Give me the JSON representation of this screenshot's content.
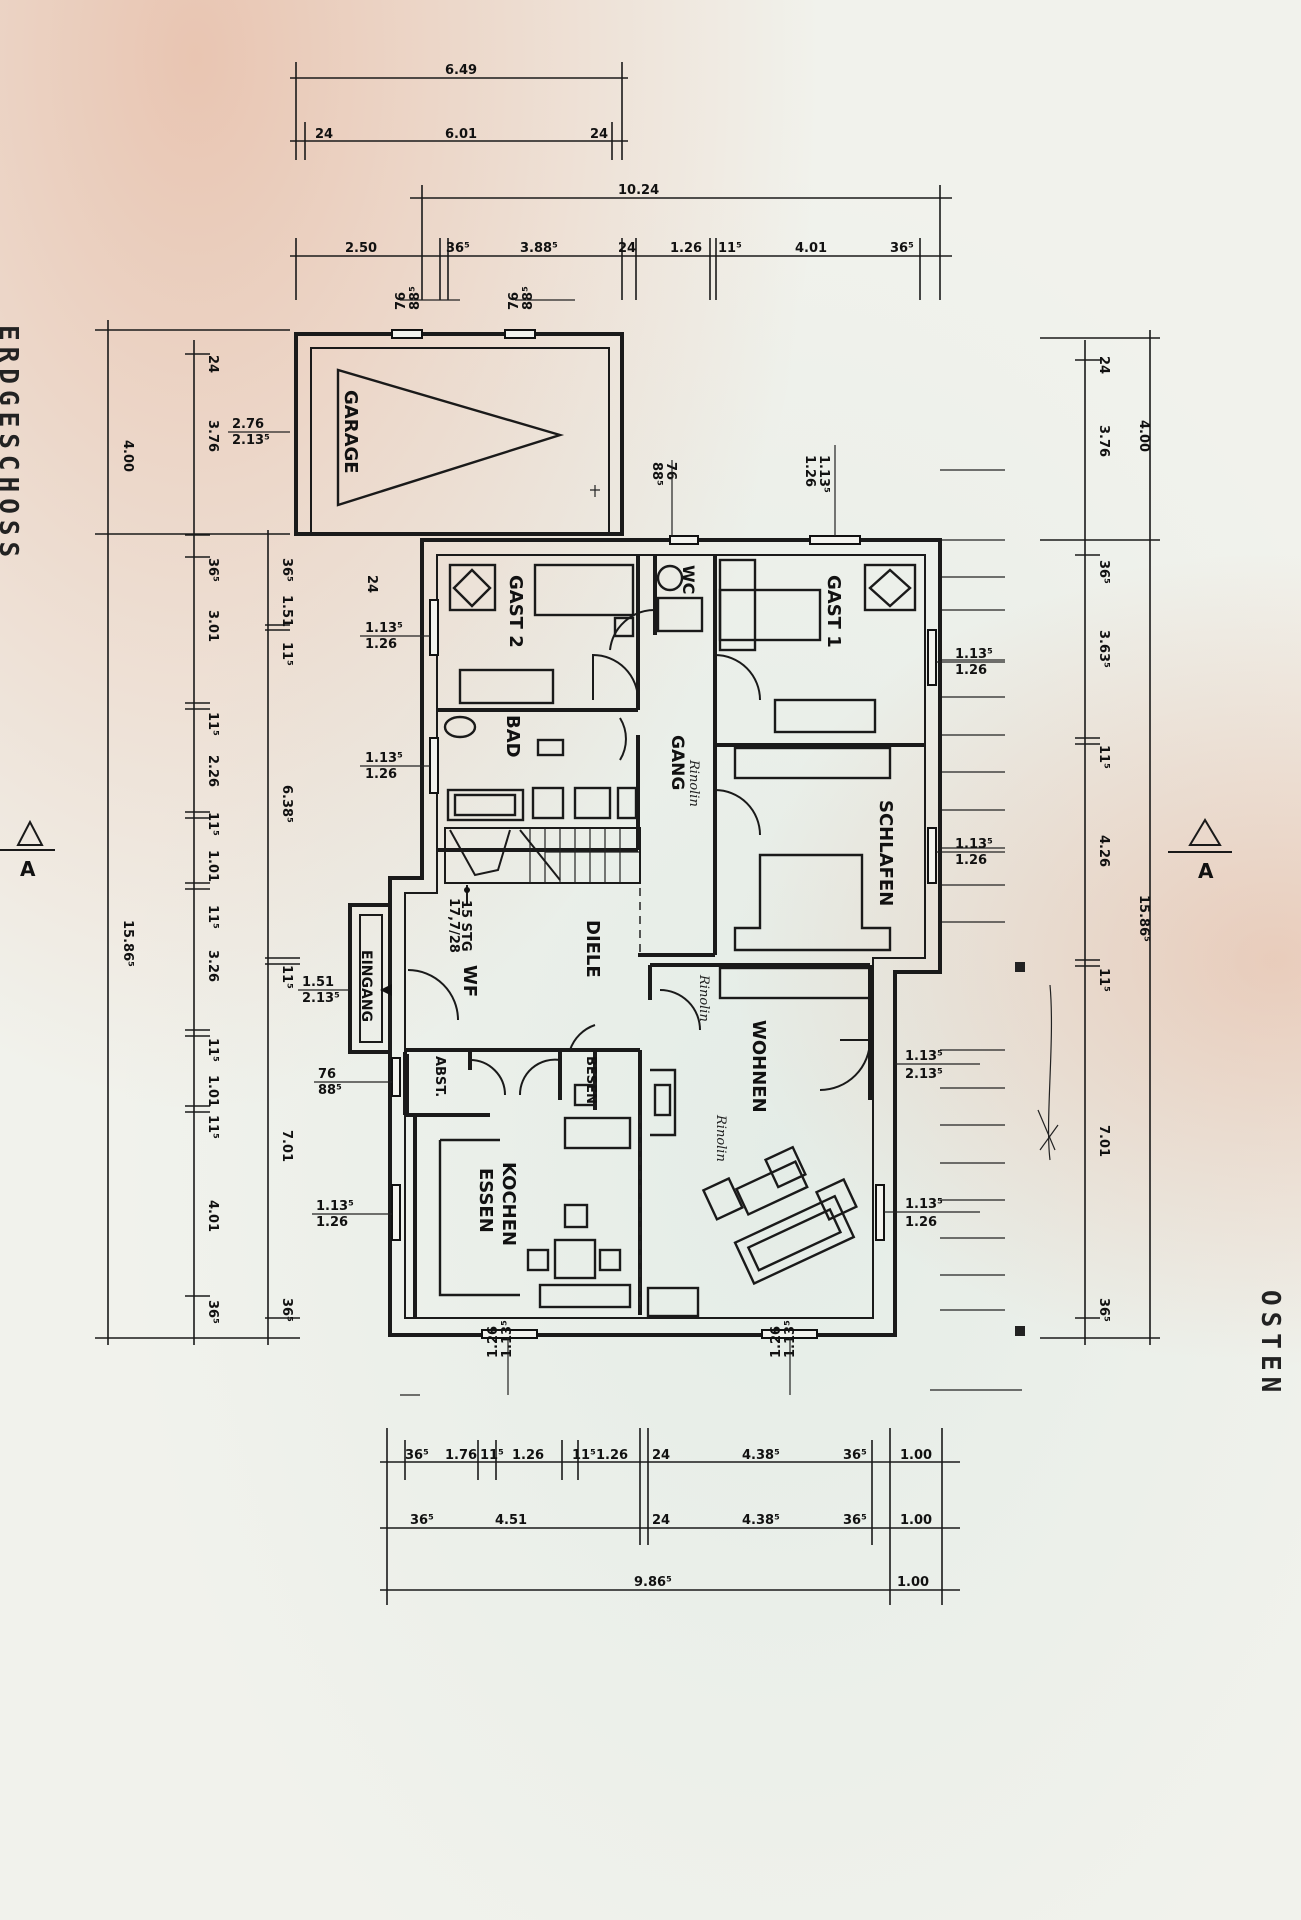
{
  "sheet": {
    "floor_title": "ERDGESCHOSS",
    "floor_mark": "A",
    "orientation": "OSTEN"
  },
  "rooms": {
    "garage": "GARAGE",
    "gast2": "GAST 2",
    "wc": "WC",
    "gast1": "GAST 1",
    "bad": "BAD",
    "gang": "GANG",
    "schlafen": "SCHLAFEN",
    "diele": "DIELE",
    "wf": "WF",
    "eingang": "EINGANG",
    "abst": "ABST.",
    "besen": "BESEN",
    "wohnen": "WOHNEN",
    "kochen": "KOCHEN",
    "essen": "ESSEN"
  },
  "stairs": {
    "steps": "15 STG",
    "rise_run": "17,7/28"
  },
  "handwritten": [
    "Rinolin",
    "Rinolin",
    "Rinolin"
  ],
  "dims": {
    "top1": {
      "overall": "6.49",
      "left": "24",
      "mid": "6.01",
      "right": "24"
    },
    "top2": {
      "overall": "10.24"
    },
    "top3": {
      "a": "2.50",
      "b": "36⁵",
      "c": "3.88⁵",
      "d": "24",
      "e": "1.26",
      "f": "11⁵",
      "g": "4.01",
      "h": "36⁵"
    },
    "garage_windows": {
      "a1": "76",
      "a2": "88⁵",
      "b1": "76",
      "b2": "88⁵"
    },
    "garage_door": {
      "w": "2.76",
      "h": "2.13⁵"
    },
    "gast1_window": {
      "w": "1.13⁵",
      "h": "1.26"
    },
    "gast2_window": {
      "w": "1.13⁵",
      "h": "1.26"
    },
    "bad_window": {
      "w": "1.13⁵",
      "h": "1.26"
    },
    "schlafen_window": {
      "w": "1.13⁵",
      "h": "1.26"
    },
    "wohnen_door": {
      "w": "1.13⁵",
      "h": "2.13⁵"
    },
    "wohnen_window": {
      "w": "1.13⁵",
      "h": "1.26"
    },
    "kochen_window": {
      "w": "1.13⁵",
      "h": "1.26"
    },
    "eingang_door": {
      "w": "1.51",
      "h": "2.13⁵"
    },
    "abst_window": {
      "w": "76",
      "h": "88⁵"
    },
    "wc_window": {
      "w": "76",
      "h": "88⁵"
    },
    "gast2_inner": "24",
    "bottom_win1": {
      "w": "1.13⁵",
      "h": "1.26"
    },
    "bottom_win2": {
      "w": "1.13⁵",
      "h": "1.26"
    },
    "left_outer": "4.00",
    "left_total": "15.86⁵",
    "left_chain": [
      "24",
      "3.76",
      "36⁵",
      "3.01",
      "11⁵",
      "2.26",
      "11⁵",
      "1.01",
      "11⁵",
      "3.26",
      "11⁵",
      "1.01",
      "11⁵",
      "4.01",
      "36⁵"
    ],
    "left_chain2": [
      "36⁵",
      "1.51",
      "11⁵",
      "6.38⁵",
      "11⁵",
      "7.01",
      "36⁵"
    ],
    "right_outer": "4.00",
    "right_total": "15.86⁵",
    "right_chain": [
      "24",
      "3.76",
      "36⁵",
      "3.63⁵",
      "11⁵",
      "4.26",
      "11⁵",
      "7.01",
      "36⁵"
    ],
    "bottom1": [
      "36⁵",
      "1.76",
      "11⁵",
      "1.26",
      "11⁵",
      "1.26",
      "24",
      "4.38⁵",
      "36⁵",
      "1.00"
    ],
    "bottom2": [
      "36⁵",
      "4.51",
      "24",
      "4.38⁵",
      "36⁵",
      "1.00"
    ],
    "bottom3": {
      "overall": "9.86⁵",
      "extra": "1.00"
    }
  }
}
